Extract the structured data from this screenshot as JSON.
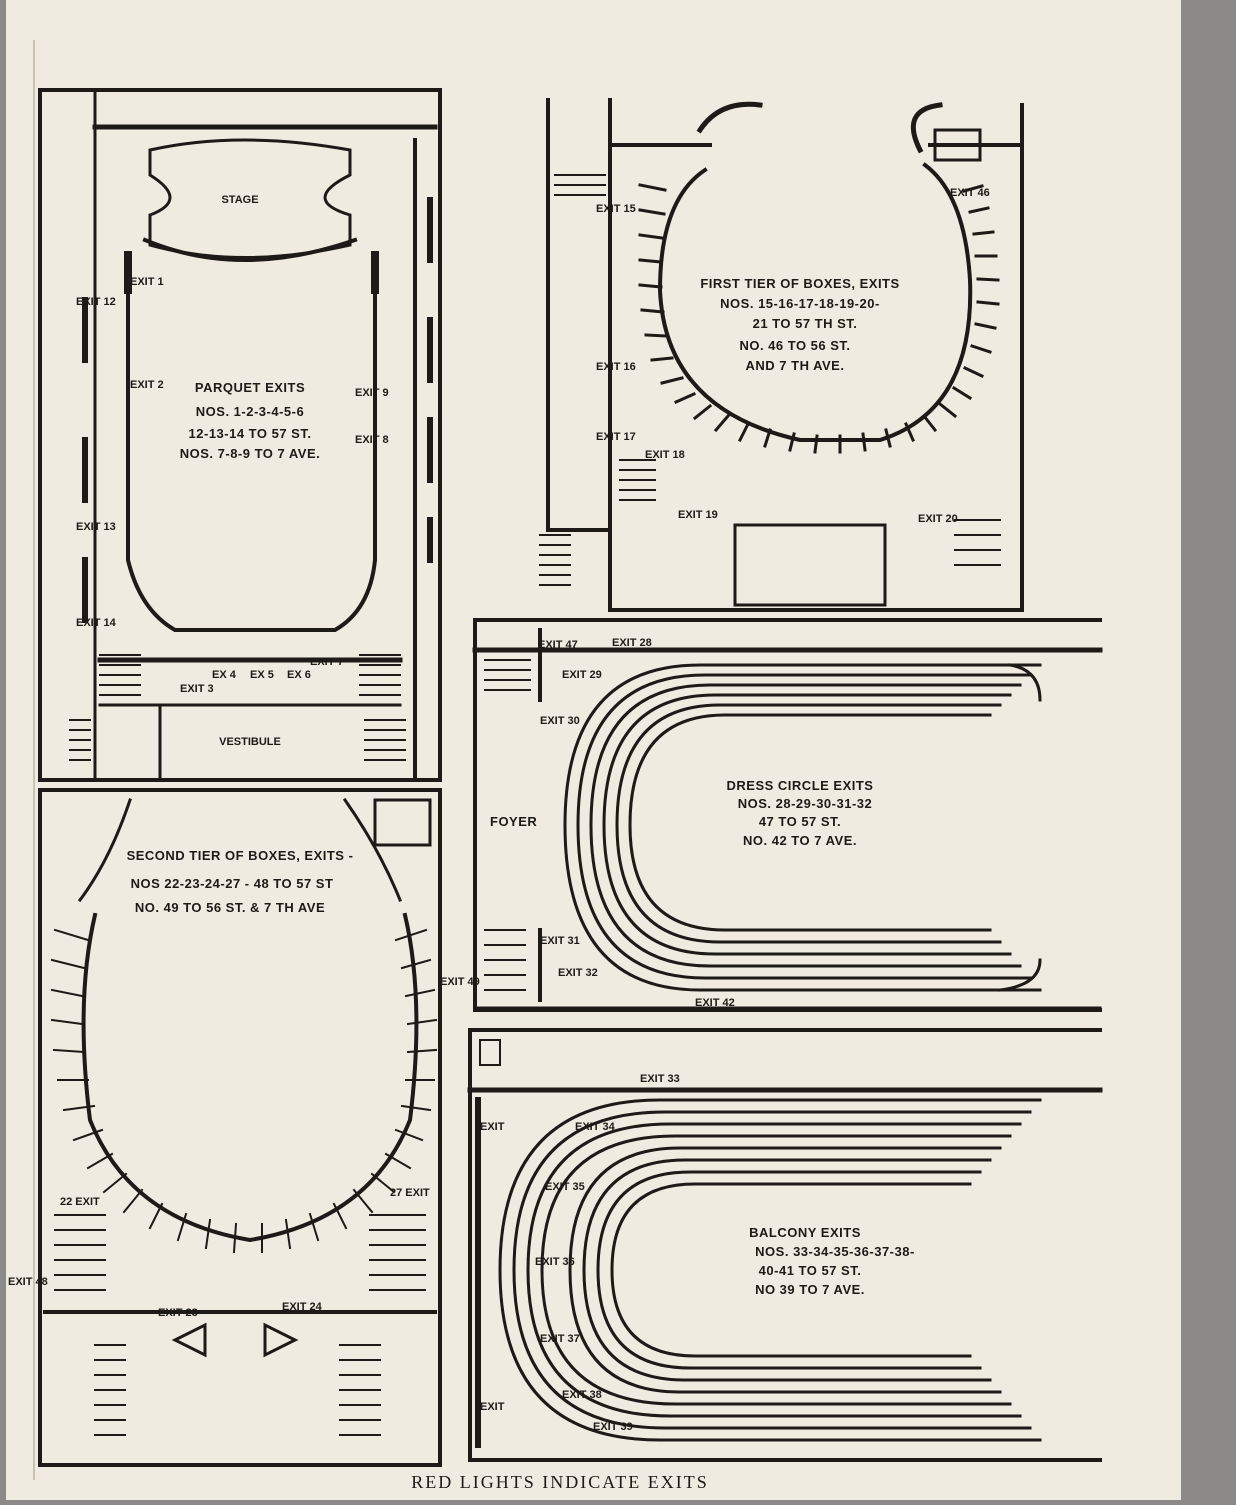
{
  "footer": "RED LIGHTS INDICATE EXITS",
  "colors": {
    "paper": "#efebe0",
    "ink": "#1d1a17",
    "backdrop": "#8c8a88"
  },
  "parquet": {
    "stage": "STAGE",
    "vestibule": "VESTIBULE",
    "title": "PARQUET EXITS",
    "lines": [
      "NOS. 1-2-3-4-5-6",
      "12-13-14 TO 57 ST.",
      "NOS. 7-8-9 TO 7 AVE."
    ],
    "exits": {
      "e1": "EXIT 1",
      "e2": "EXIT 2",
      "e3": "EXIT 3",
      "e4": "EX 4",
      "e5": "EX 5",
      "e6": "EX 6",
      "e7": "EXIT 7",
      "e8": "EXIT 8",
      "e9": "EXIT 9",
      "e12": "EXIT 12",
      "e13": "EXIT 13",
      "e14": "EXIT 14"
    }
  },
  "first_tier": {
    "title": "FIRST TIER OF BOXES, EXITS",
    "lines": [
      "NOS. 15-16-17-18-19-20-",
      "21 TO 57 TH ST.",
      "NO. 46 TO 56 ST.",
      "AND 7 TH AVE."
    ],
    "exits": {
      "e15": "EXIT 15",
      "e16": "EXIT 16",
      "e17": "EXIT 17",
      "e18": "EXIT 18",
      "e19": "EXIT 19",
      "e20": "EXIT 20",
      "e46": "EXIT 46"
    }
  },
  "second_tier": {
    "title": "SECOND TIER OF BOXES, EXITS -",
    "lines": [
      "NOS 22-23-24-27 - 48 TO 57 ST",
      "NO. 49 TO 56 ST. & 7 TH AVE"
    ],
    "exits": {
      "e22": "22 EXIT",
      "e23": "EXIT 23",
      "e24": "EXIT 24",
      "e27": "27 EXIT",
      "e49": "EXIT 49",
      "e48": "EXIT 48"
    }
  },
  "dress_circle": {
    "foyer": "FOYER",
    "title": "DRESS CIRCLE EXITS",
    "lines": [
      "NOS. 28-29-30-31-32",
      "47 TO 57 ST.",
      "NO. 42 TO 7 AVE."
    ],
    "exits": {
      "e28": "EXIT 28",
      "e29": "EXIT 29",
      "e30": "EXIT 30",
      "e31": "EXIT 31",
      "e32": "EXIT 32",
      "e42": "EXIT 42",
      "e47": "EXIT 47"
    }
  },
  "balcony": {
    "title": "BALCONY EXITS",
    "lines": [
      "NOS. 33-34-35-36-37-38-",
      "40-41 TO 57 ST.",
      "NO 39 TO 7 AVE."
    ],
    "exits": {
      "e33": "EXIT 33",
      "e34": "EXIT 34",
      "e35": "EXIT 35",
      "e36": "EXIT 36",
      "e37": "EXIT 37",
      "e38": "EXIT 38",
      "e39": "EXIT 39",
      "e40": "EXIT",
      "e41": "EXIT"
    }
  }
}
